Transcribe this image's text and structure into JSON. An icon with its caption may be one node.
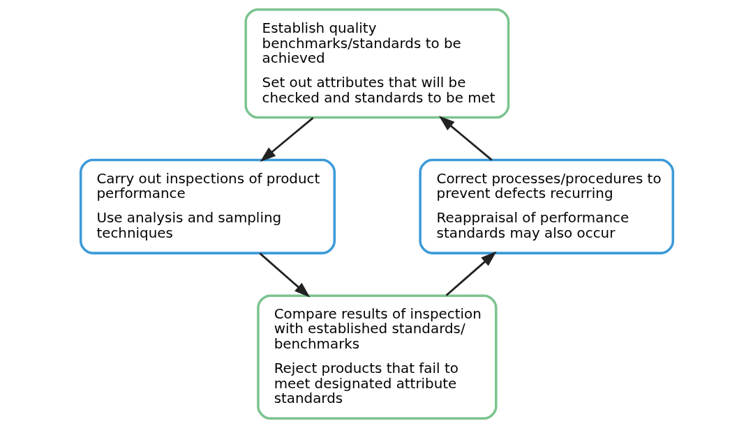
{
  "diagram": {
    "nodes": [
      {
        "text": [
          "Establish quality benchmarks/standards to be achieved",
          "Set out attributes that will be checked and standards to be met"
        ]
      },
      {
        "text": [
          "Carry out inspections of product performance",
          "Use analysis and sampling techniques"
        ]
      },
      {
        "text": [
          "Compare results of inspection with established standards/ benchmarks",
          "Reject products that fail to meet designated attribute standards"
        ]
      },
      {
        "text": [
          "Correct processes/procedures to prevent defects recurring",
          "Reappraisal of performance standards may also occur"
        ]
      }
    ],
    "edges": [
      {
        "from": 0,
        "to": 1,
        "arrow": "to"
      },
      {
        "from": 1,
        "to": 2,
        "arrow": "to"
      },
      {
        "from": 2,
        "to": 3,
        "arrow": "to"
      },
      {
        "from": 3,
        "to": 0,
        "arrow": "to"
      }
    ]
  }
}
